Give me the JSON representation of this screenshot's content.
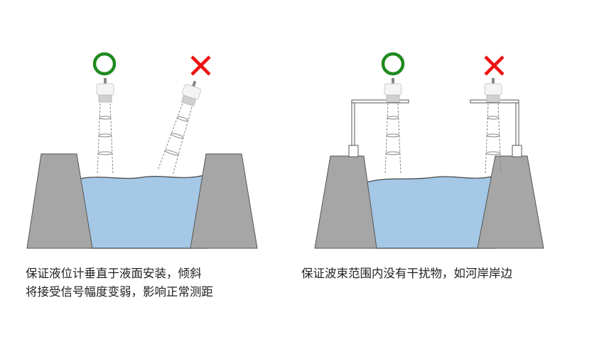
{
  "panels": [
    {
      "caption_lines": [
        "保证液位计垂直于液面安装，倾斜",
        "将接受信号幅度变弱，影响正常测距"
      ]
    },
    {
      "caption_lines": [
        "保证波束范围内没有干扰物，如河岸岸边"
      ]
    }
  ],
  "colors": {
    "bank": "#a6a6a6",
    "water": "#a4c8e6",
    "ok": "#1f8a1f",
    "bad": "#ee1111"
  }
}
